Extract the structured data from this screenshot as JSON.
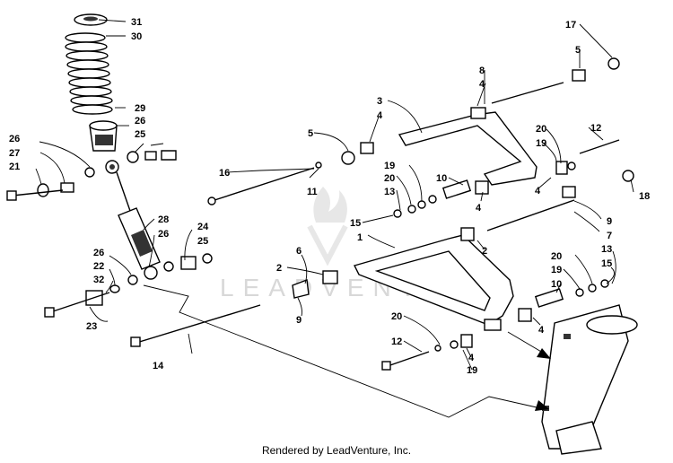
{
  "footer": {
    "credit": "Rendered by LeadVenture, Inc."
  },
  "watermark": {
    "text": "LEADVENTURE"
  },
  "callouts": [
    {
      "label": "31"
    },
    {
      "label": "30"
    },
    {
      "label": "29"
    },
    {
      "label": "26"
    },
    {
      "label": "25"
    },
    {
      "label": "26"
    },
    {
      "label": "27"
    },
    {
      "label": "21"
    },
    {
      "label": "28"
    },
    {
      "label": "26"
    },
    {
      "label": "24"
    },
    {
      "label": "25"
    },
    {
      "label": "26"
    },
    {
      "label": "22"
    },
    {
      "label": "32"
    },
    {
      "label": "23"
    },
    {
      "label": "14"
    },
    {
      "label": "16"
    },
    {
      "label": "11"
    },
    {
      "label": "5"
    },
    {
      "label": "4"
    },
    {
      "label": "3"
    },
    {
      "label": "8"
    },
    {
      "label": "4"
    },
    {
      "label": "17"
    },
    {
      "label": "5"
    },
    {
      "label": "12"
    },
    {
      "label": "20"
    },
    {
      "label": "19"
    },
    {
      "label": "4"
    },
    {
      "label": "18"
    },
    {
      "label": "19"
    },
    {
      "label": "20"
    },
    {
      "label": "13"
    },
    {
      "label": "10"
    },
    {
      "label": "4"
    },
    {
      "label": "15"
    },
    {
      "label": "1"
    },
    {
      "label": "2"
    },
    {
      "label": "9"
    },
    {
      "label": "7"
    },
    {
      "label": "6"
    },
    {
      "label": "2"
    },
    {
      "label": "9"
    },
    {
      "label": "20"
    },
    {
      "label": "19"
    },
    {
      "label": "10"
    },
    {
      "label": "13"
    },
    {
      "label": "15"
    },
    {
      "label": "4"
    },
    {
      "label": "20"
    },
    {
      "label": "12"
    },
    {
      "label": "4"
    },
    {
      "label": "19"
    }
  ]
}
